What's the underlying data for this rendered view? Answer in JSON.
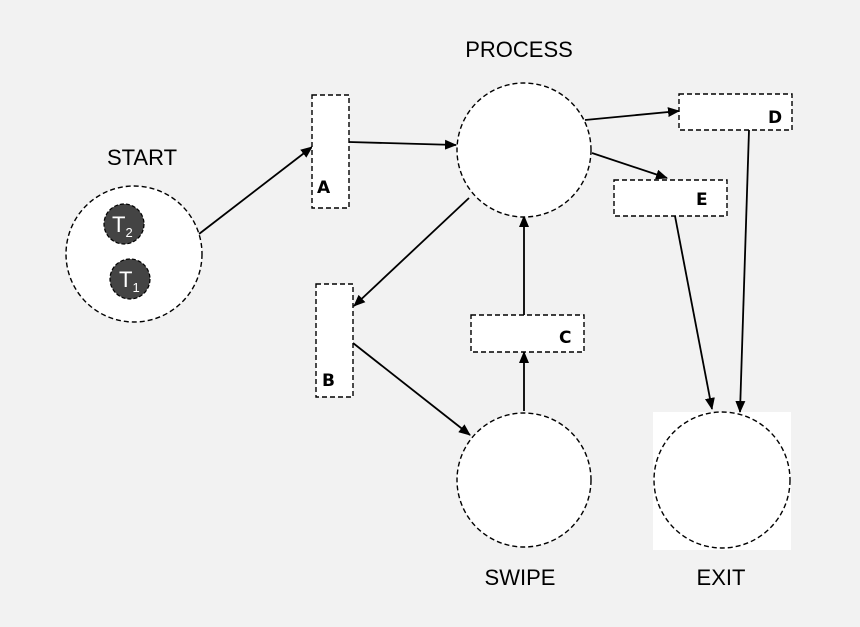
{
  "places": {
    "start": "START",
    "process": "PROCESS",
    "swipe": "SWIPE",
    "exit": "EXIT"
  },
  "transitions": {
    "a": "A",
    "b": "B",
    "c": "C",
    "d": "D",
    "e": "E"
  },
  "tokens": {
    "t2": {
      "letter": "T",
      "sub": "2"
    },
    "t1": {
      "letter": "T",
      "sub": "1"
    }
  },
  "colors": {
    "background": "#f2f2f2",
    "token_fill": "#444444"
  }
}
